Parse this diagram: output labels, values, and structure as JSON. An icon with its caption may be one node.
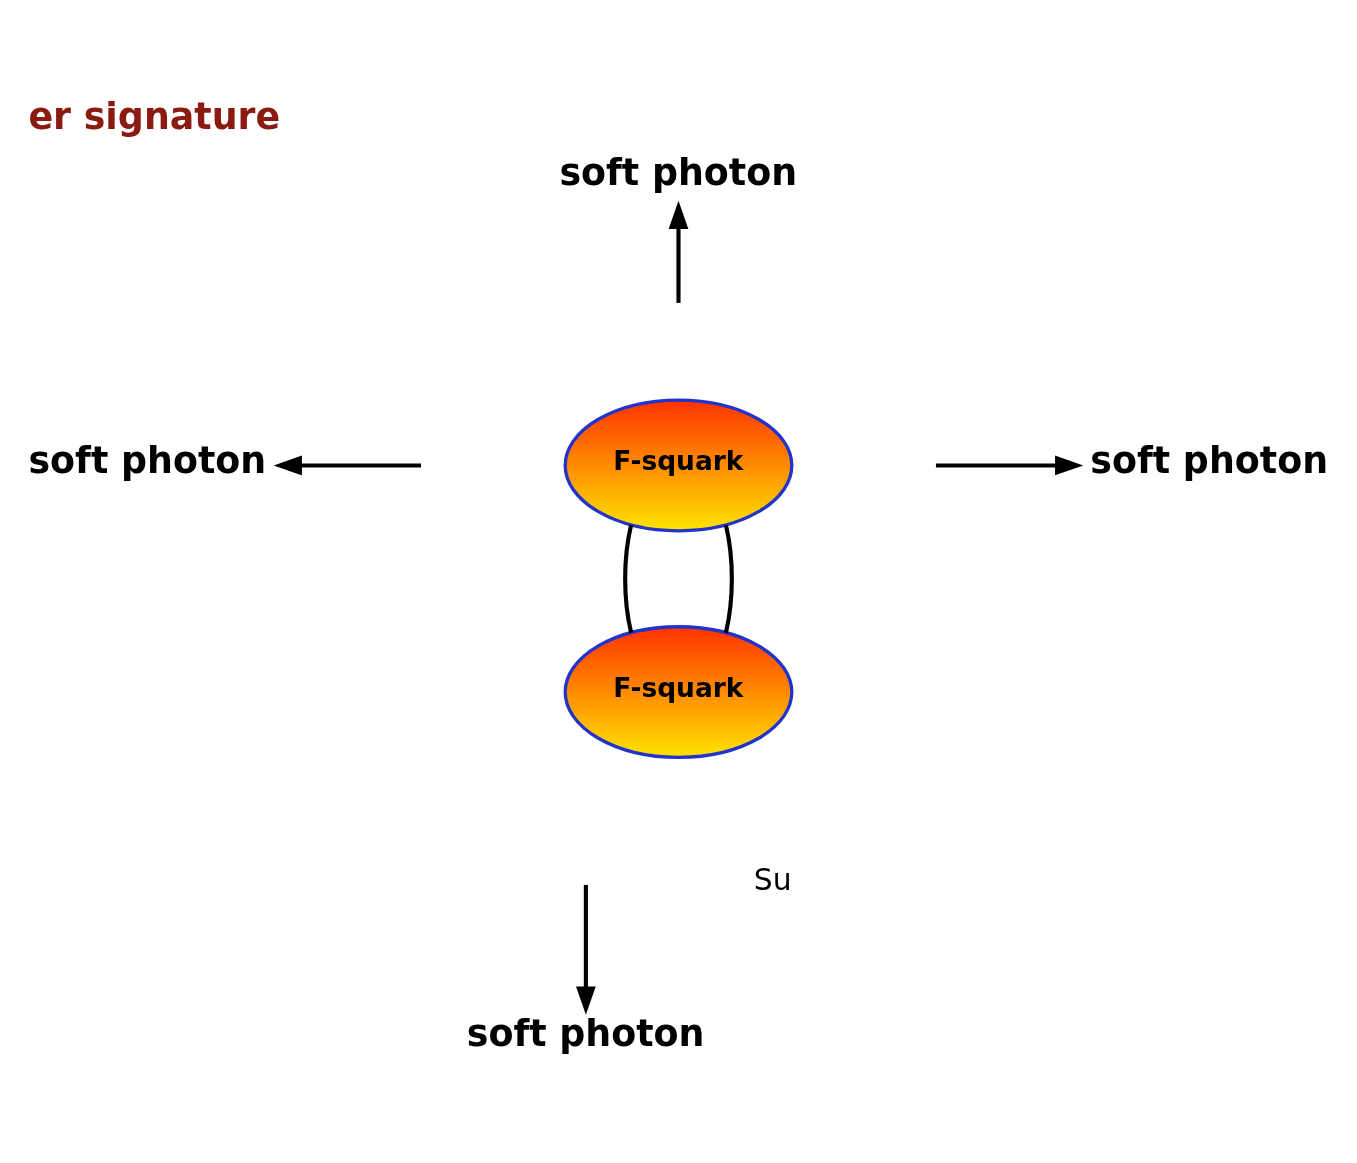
{
  "diagram": {
    "title": "er signature",
    "nodes": [
      {
        "text": [
          "F-squark"
        ]
      },
      {
        "text": [
          "F-squark"
        ]
      },
      {
        "text": [
          "soft photon"
        ]
      },
      {
        "text": [
          "soft photon"
        ]
      },
      {
        "text": [
          "soft photon"
        ]
      },
      {
        "text": [
          "soft photon"
        ]
      }
    ],
    "edges": [
      {
        "from": null,
        "to": 2,
        "arrow": "to"
      },
      {
        "from": null,
        "to": 3,
        "arrow": "to"
      },
      {
        "from": null,
        "to": 4,
        "arrow": "to"
      },
      {
        "from": null,
        "to": 5,
        "arrow": "to"
      },
      {
        "from": 0,
        "to": 1,
        "arrow": "none"
      },
      {
        "from": 0,
        "to": 1,
        "arrow": "none"
      }
    ],
    "labels": [
      "Su"
    ]
  }
}
